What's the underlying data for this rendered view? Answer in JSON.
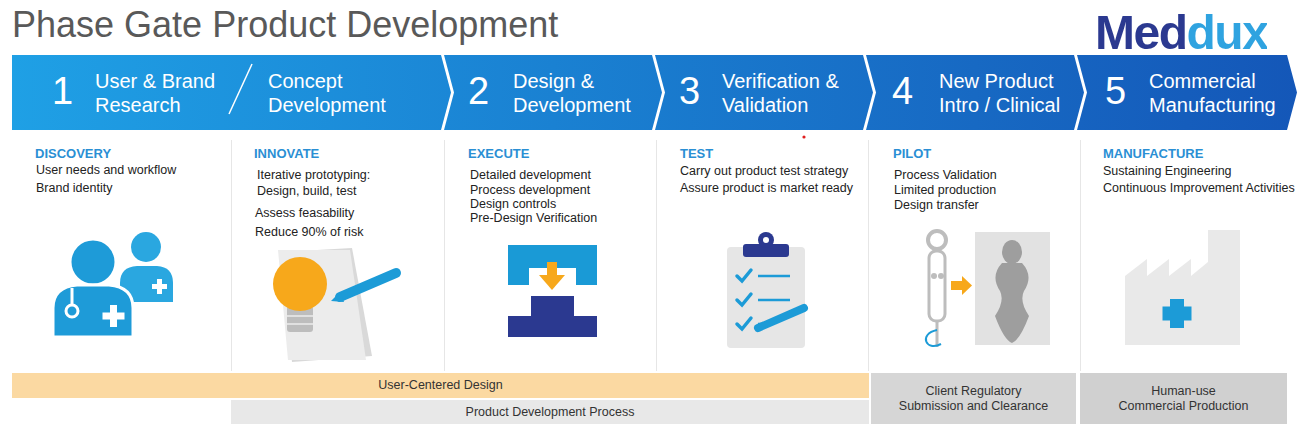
{
  "diagram": {
    "title": "Phase Gate Product Development",
    "nodes": [
      {
        "text": [
          "1",
          "User & Brand Research",
          "Concept Development"
        ]
      },
      {
        "text": [
          "2",
          "Design & Development"
        ]
      },
      {
        "text": [
          "3",
          "Verification & Validation"
        ]
      },
      {
        "text": [
          "4",
          "New Product Intro / Clinical"
        ]
      },
      {
        "text": [
          "5",
          "Commercial Manufacturing"
        ]
      },
      {
        "text": [
          "User-Centered Design"
        ]
      },
      {
        "text": [
          "Client Regulatory Submission and Clearance"
        ]
      },
      {
        "text": [
          "Human-use Commercial Production"
        ]
      },
      {
        "text": [
          "Product Development Process"
        ]
      }
    ],
    "labels": [
      "Meddux",
      "DISCOVERY",
      "User needs and workflow",
      "Brand identity",
      "INNOVATE",
      "Iterative prototyping:",
      "Design, build, test",
      "Assess feasability",
      "Reduce 90% of risk",
      "EXECUTE",
      "Detailed development",
      "Process development",
      "Design controls",
      "Pre-Design Verification",
      "TEST",
      "Carry out product test strategy",
      "Assure product is market ready",
      "PILOT",
      "Process Validation",
      "Limited production",
      "Design transfer",
      "MANUFACTURE",
      "Sustaining Engineering",
      "Continuous Improvement Activities"
    ]
  }
}
